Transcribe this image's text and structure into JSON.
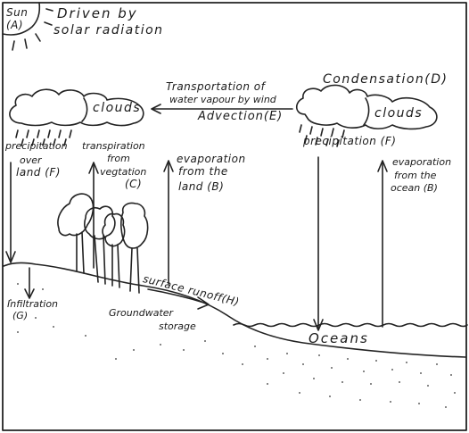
{
  "labels": {
    "sun": "Sun",
    "sun_code": "(A)",
    "driven_by": "Driven by",
    "solar_radiation": "solar radiation",
    "clouds_left": "clouds",
    "clouds_right": "clouds",
    "condensation": "Condensation(D)",
    "transport_line1": "Transportation of",
    "transport_line2": "water vapour by wind",
    "advection": "Advection(E)",
    "precip_land_line1": "precipitation",
    "precip_land_line2": "over",
    "precip_land_line3": "land (F)",
    "transpiration_line1": "transpiration",
    "transpiration_line2": "from",
    "transpiration_line3": "vegtation",
    "transpiration_line4": "(C)",
    "evap_land_line1": "evaporation",
    "evap_land_line2": "from the",
    "evap_land_line3": "land (B)",
    "precip_ocean": "precipitation (F)",
    "evap_ocean_line1": "evaporation",
    "evap_ocean_line2": "from the",
    "evap_ocean_line3": "ocean (B)",
    "surface_runoff": "surface runoff(H)",
    "infiltration_line1": "Infiltration",
    "infiltration_line2": "(G)",
    "groundwater_line1": "Groundwater",
    "groundwater_line2": "storage",
    "oceans": "Oceans"
  }
}
